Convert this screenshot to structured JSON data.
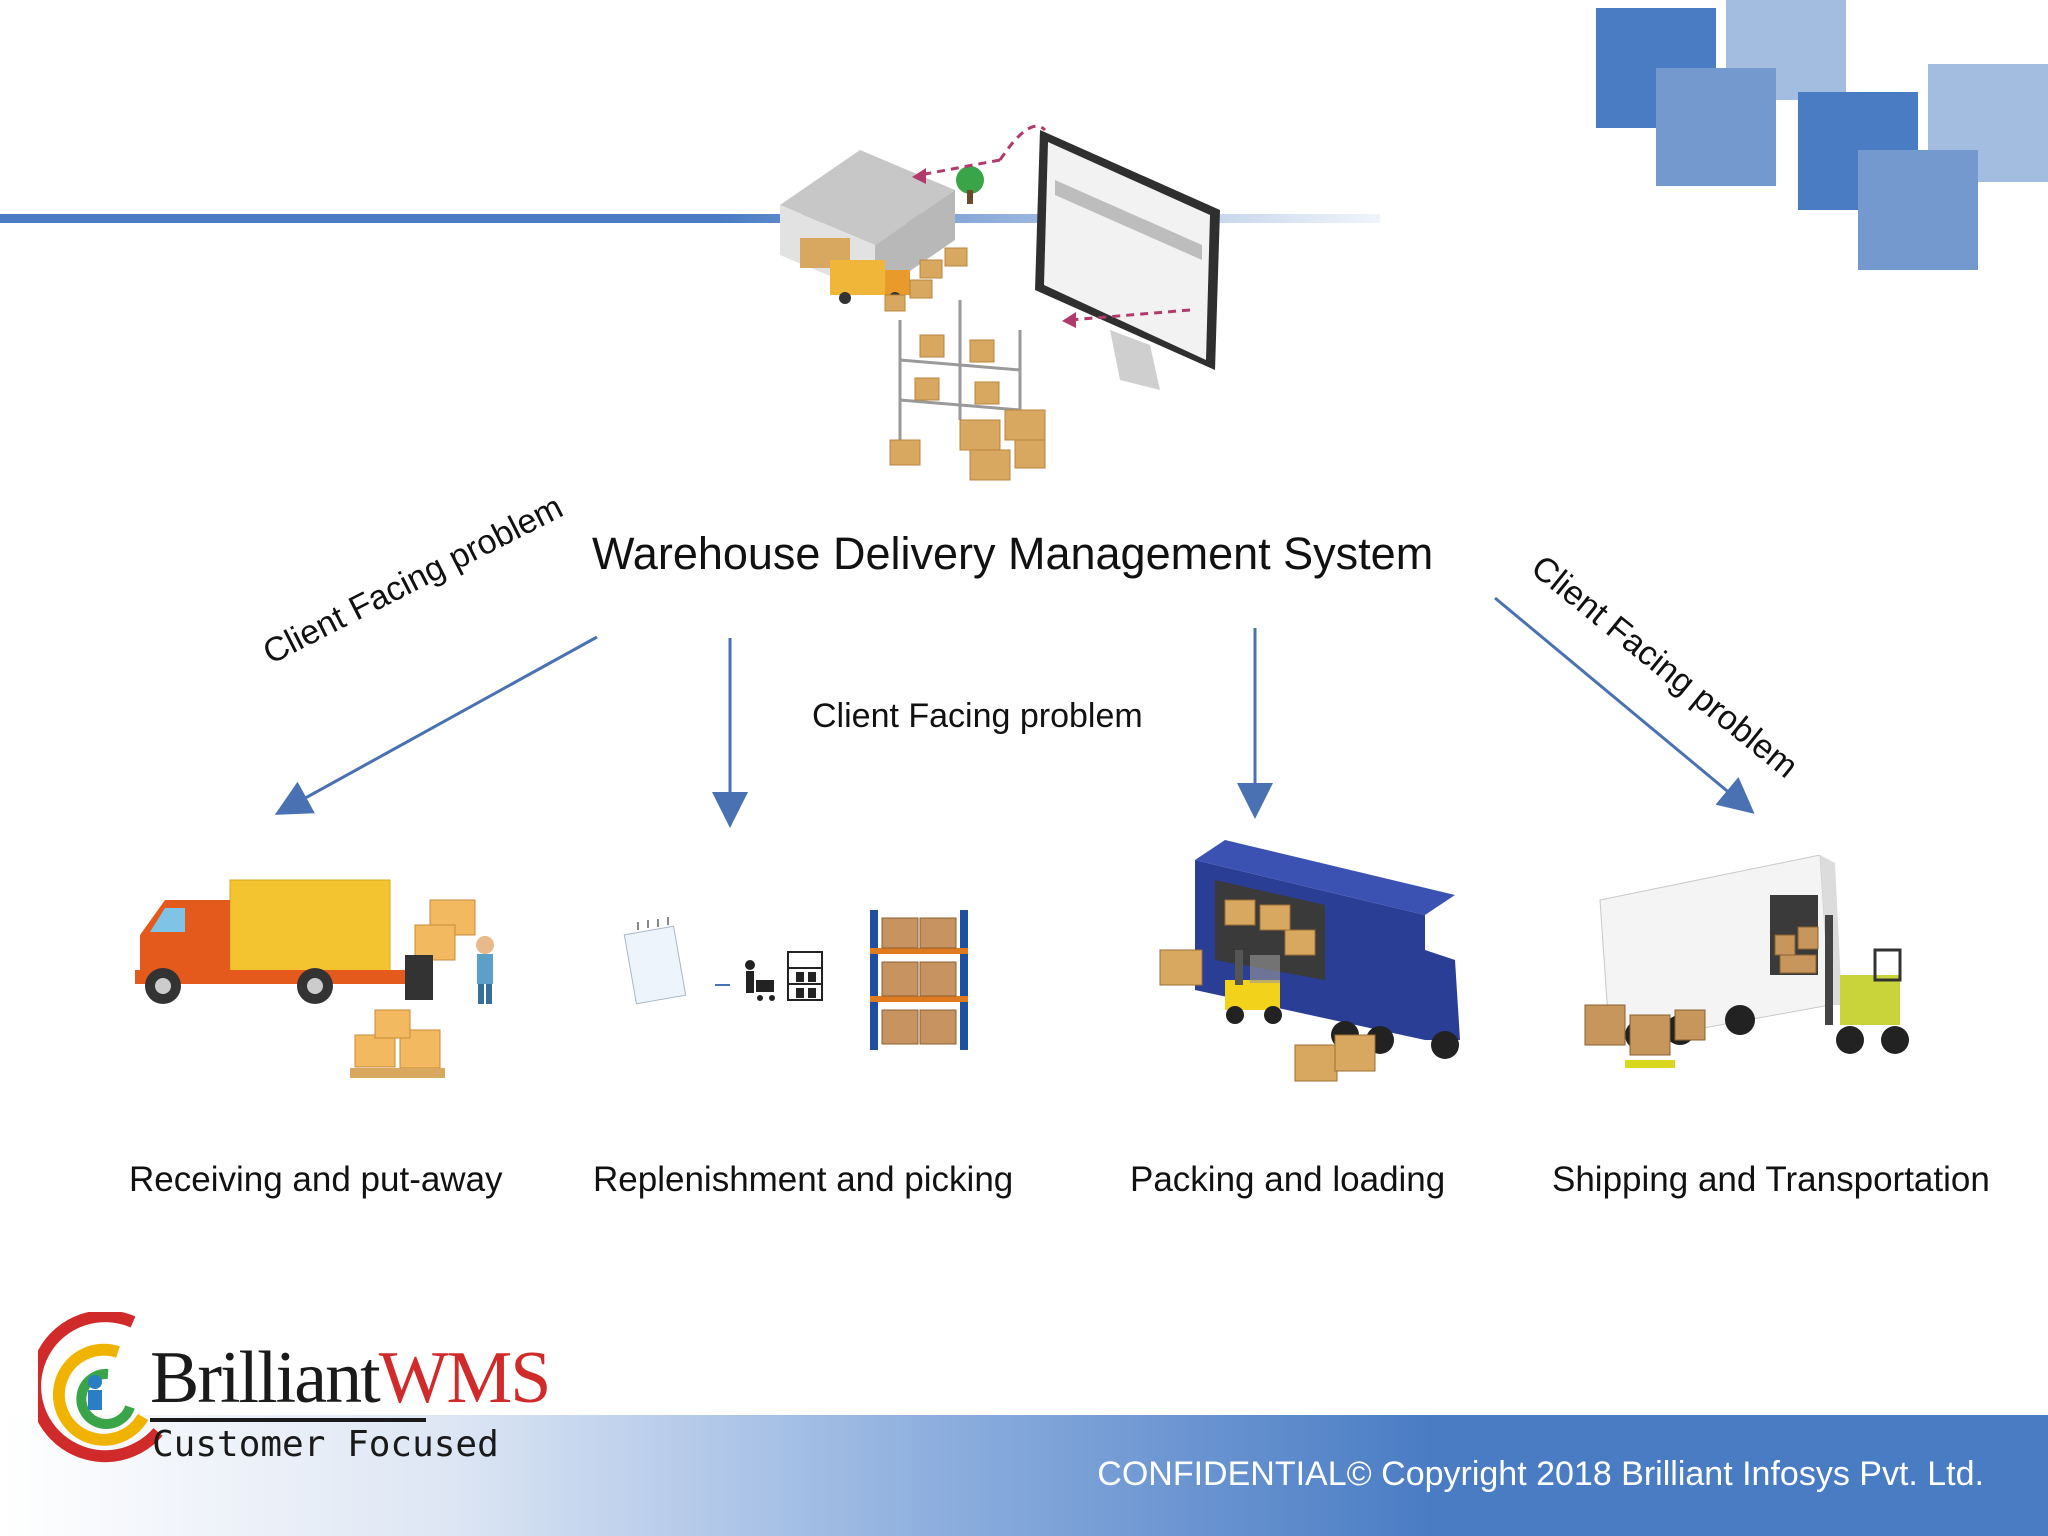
{
  "diagram": {
    "title": "Warehouse Delivery Management System",
    "edge_labels": {
      "left": "Client Facing problem",
      "middle": "Client Facing problem",
      "right": "Client Facing problem"
    },
    "stages": [
      {
        "label": "Receiving and put-away",
        "icon": "delivery-truck-icon"
      },
      {
        "label": "Replenishment and picking",
        "icon": "picking-process-icon"
      },
      {
        "label": "Packing and loading",
        "icon": "semi-truck-loading-icon"
      },
      {
        "label": "Shipping and Transportation",
        "icon": "forklift-trailer-icon"
      }
    ],
    "hero_icon": "warehouse-computer-icon"
  },
  "branding": {
    "logo": {
      "name_part1": "Brilliant",
      "name_part2": "WMS",
      "tagline": "Customer Focused"
    }
  },
  "footer": {
    "copyright": "CONFIDENTIAL© Copyright 2018 Brilliant Infosys Pvt. Ltd."
  },
  "colors": {
    "accent_blue": "#4a7cc4",
    "square_dark": "#4a7cc4",
    "square_mid": "#7399cf",
    "square_light": "#a3bde1",
    "arrow": "#4a72b3",
    "box_tan": "#d9a860"
  }
}
